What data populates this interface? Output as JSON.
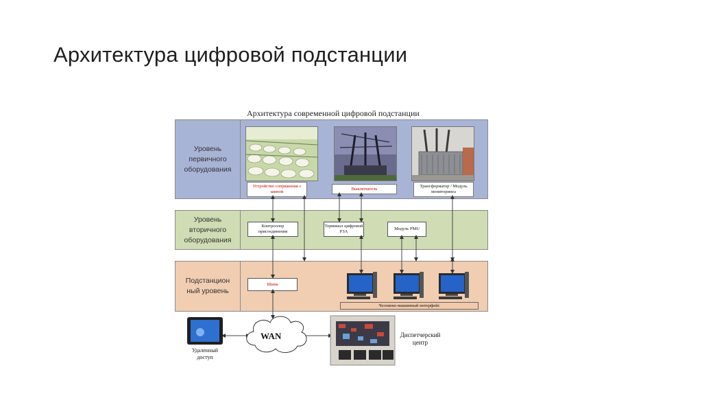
{
  "slide": {
    "title": "Архитектура цифровой подстанции"
  },
  "diagram": {
    "caption": "Архитектура современной цифровой подстанции",
    "levels": {
      "primary": "Уровень\nпервичного\nоборудования",
      "secondary": "Уровень\nвторичного\nоборудования",
      "station": "Подстанцион\nный уровень"
    },
    "primary_captions": {
      "switchgear": "Устройство сопряжения с шиной",
      "breaker": "Выключатель",
      "transformer": "Трансформатор / Модуль мониторинга"
    },
    "secondary_devices": {
      "controller": "Контроллер присоединения",
      "terminals": "Терминал цифровой РЗА",
      "pmu": "Модуль PMU"
    },
    "station": {
      "bus": "Шина",
      "hmi": "Человеко-машинный интерфейс"
    },
    "external": {
      "wan": "WAN",
      "remote": "Удаленный\nдоступ",
      "dispatch": "Диспетчерский\nцентр"
    },
    "colors": {
      "primary_band": "#a8b4d6",
      "secondary_band": "#cfdcb4",
      "station_band": "#f1cdb2"
    }
  }
}
